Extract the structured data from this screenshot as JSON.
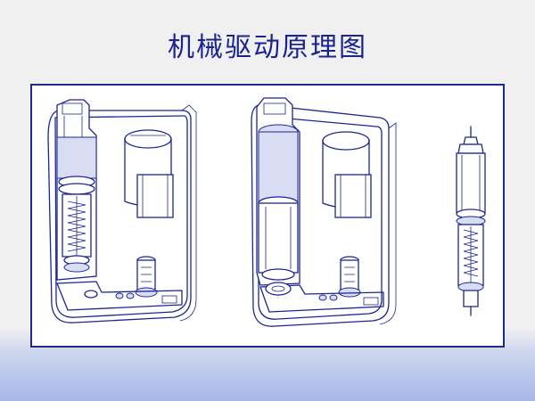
{
  "slide": {
    "title": "机械驱动原理图"
  },
  "diagram": {
    "accent_color": "#1c2594",
    "background_color": "#ffffff",
    "figures": [
      {
        "name": "pen-device-cutaway"
      },
      {
        "name": "pen-device-closed"
      },
      {
        "name": "pen-cartridge"
      }
    ]
  }
}
